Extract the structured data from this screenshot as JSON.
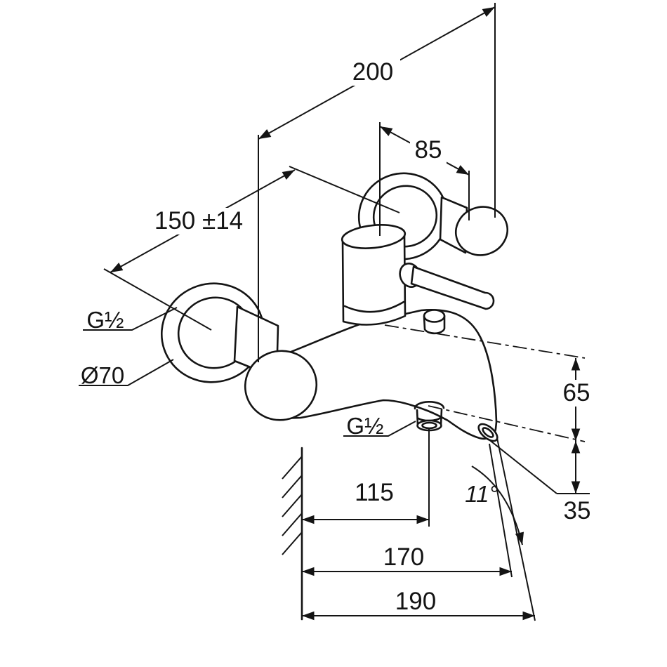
{
  "drawing": {
    "type": "technical-dimension-drawing",
    "subject": "wall-mounted single-lever bath and shower mixer",
    "colors": {
      "background": "#ffffff",
      "line": "#141414"
    },
    "labels": {
      "overall_width": "200",
      "cartridge_offset": "85",
      "inlet_spacing": "150 ±14",
      "inlet_thread": "G½",
      "escutcheon_diameter": "Ø70",
      "outlet_drop": "65",
      "tip_drop": "35",
      "hose_thread": "G½",
      "projection_1": "115",
      "spout_angle": "11°",
      "projection_2": "170",
      "projection_3": "190"
    }
  }
}
